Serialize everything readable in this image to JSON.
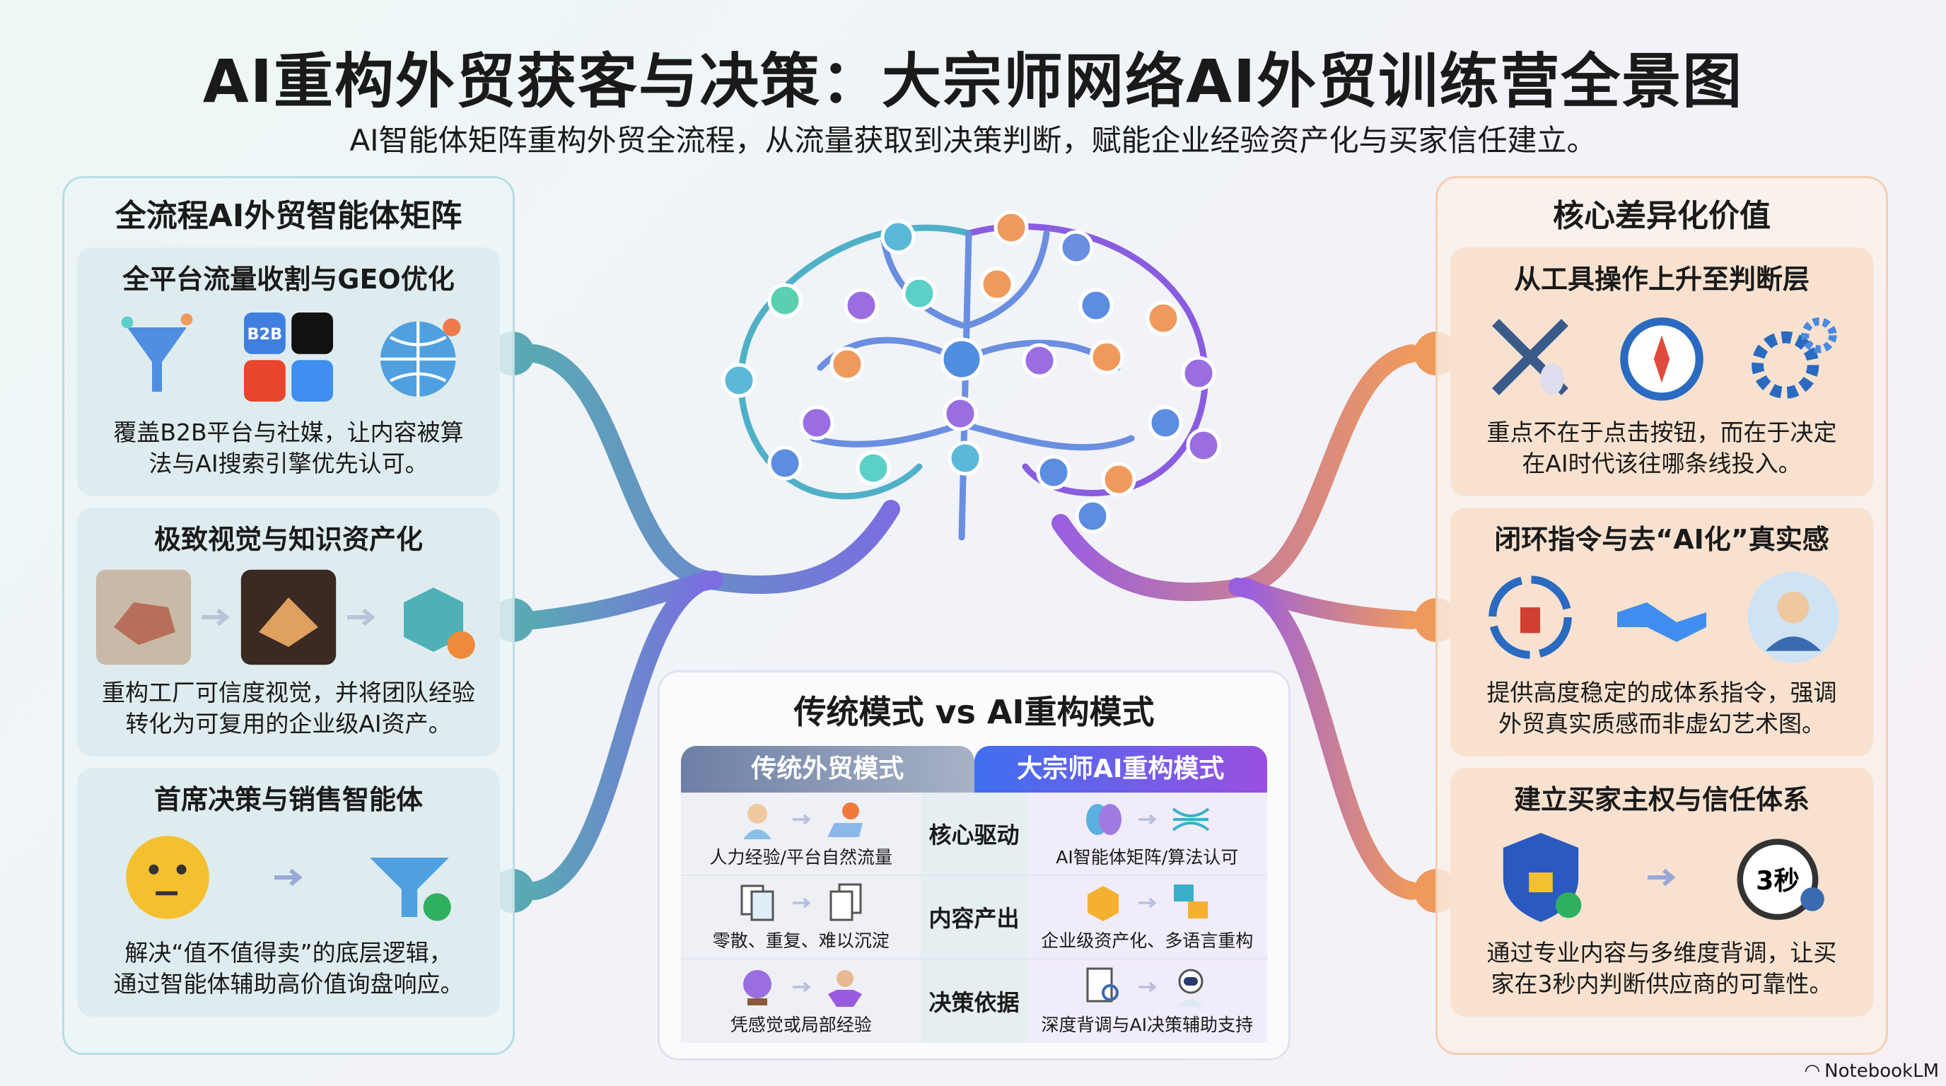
{
  "header": {
    "title": "AI重构外贸获客与决策：大宗师网络AI外贸训练营全景图",
    "subtitle": "AI智能体矩阵重构外贸全流程，从流量获取到决策判断，赋能企业经验资产化与买家信任建立。"
  },
  "left_panel": {
    "title": "全流程AI外贸智能体矩阵",
    "cards": [
      {
        "title": "全平台流量收割与GEO优化",
        "desc1": "覆盖B2B平台与社媒，让内容被算",
        "desc2": "法与AI搜索引擎优先认可。",
        "badge": "B2B"
      },
      {
        "title": "极致视觉与知识资产化",
        "desc1": "重构工厂可信度视觉，并将团队经验",
        "desc2": "转化为可复用的企业级AI资产。"
      },
      {
        "title": "首席决策与销售智能体",
        "desc1": "解决“值不值得卖”的底层逻辑，",
        "desc2": "通过智能体辅助高价值询盘响应。"
      }
    ]
  },
  "right_panel": {
    "title": "核心差异化价值",
    "cards": [
      {
        "title": "从工具操作上升至判断层",
        "desc1": "重点不在于点击按钮，而在于决定",
        "desc2": "在AI时代该往哪条线投入。"
      },
      {
        "title": "闭环指令与去“AI化”真实感",
        "desc1": "提供高度稳定的成体系指令，强调",
        "desc2": "外贸真实质感而非虚幻艺术图。"
      },
      {
        "title": "建立买家主权与信任体系",
        "desc1": "通过专业内容与多维度背调，让买",
        "desc2": "家在3秒内判断供应商的可靠性。",
        "timer": "3秒"
      }
    ]
  },
  "comparison": {
    "title": "传统模式 vs AI重构模式",
    "col_traditional": "传统外贸模式",
    "col_ai": "大宗师AI重构模式",
    "rows": [
      {
        "label": "核心驱动",
        "traditional": "人力经验/平台自然流量",
        "ai": "AI智能体矩阵/算法认可"
      },
      {
        "label": "内容产出",
        "traditional": "零散、重复、难以沉淀",
        "ai": "企业级资产化、多语言重构"
      },
      {
        "label": "决策依据",
        "traditional": "凭感觉或局部经验",
        "ai": "深度背调与AI决策辅助支持"
      }
    ]
  },
  "brand": "NotebookLM",
  "colors": {
    "teal": "#5aa8b4",
    "orange": "#ef9a5c",
    "purple": "#8a5ce0"
  }
}
